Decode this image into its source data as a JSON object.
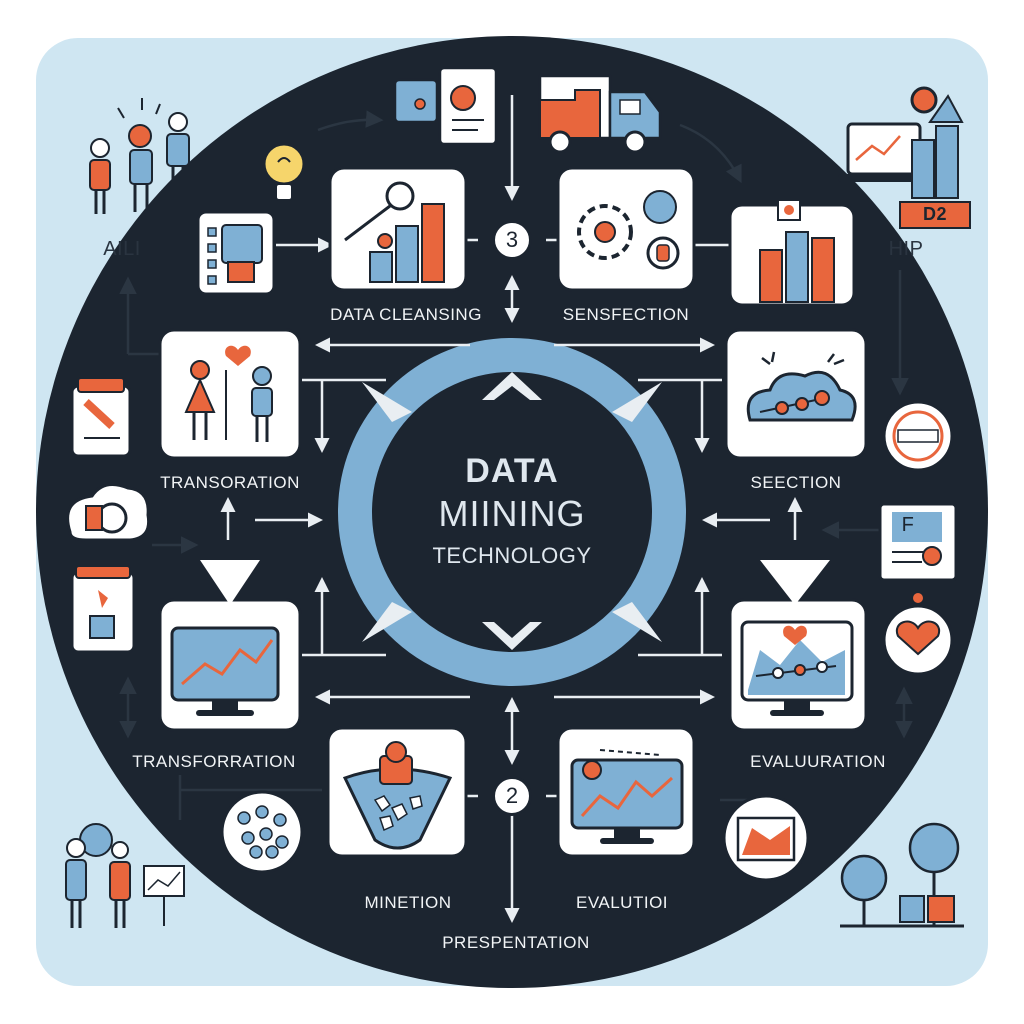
{
  "center": {
    "line1": "DATA",
    "line2": "MIINING",
    "line3": "TECHNOLOGY"
  },
  "steps": {
    "data_cleaning": "DATA CLEANSING",
    "sensfection": "SENSFECTION",
    "transoration": "TRANSORATION",
    "seection": "SEECTION",
    "transforration": "TRANSFORRATION",
    "evaluuration": "EVALUURATION",
    "minetion": "MINETION",
    "evalutioi": "EVALUTIOI",
    "prespentation": "PRESPENTATION"
  },
  "numbers": {
    "top": "3",
    "bottom": "2"
  },
  "corners": {
    "top_left": "AILI",
    "top_right": "HIP",
    "top_right_badge": "D2"
  },
  "doc_badge": "F",
  "colors": {
    "background": "#cfe6f2",
    "ring": "#1c2530",
    "accent_blue": "#7fb0d4",
    "accent_orange": "#e8663d",
    "card": "#ffffff"
  }
}
